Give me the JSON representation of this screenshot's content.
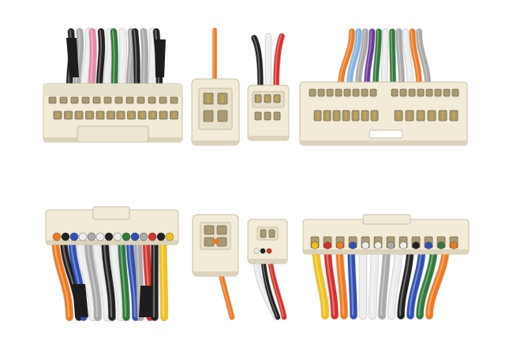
{
  "image": {
    "subject": "wiring-harness-connectors",
    "background_color": "#ffffff"
  },
  "palette": {
    "housing": "#f1ebd8",
    "housing_shadow": "#dcd3bb",
    "housing_edge": "#c9bfa3",
    "cavity": "#a89a72",
    "cavity_dark": "#7d6f4e",
    "pin": "#c9a44a",
    "wire_black": "#222222",
    "wire_white": "#ececec",
    "wire_gray": "#a9a9a9",
    "wire_red": "#d9302b",
    "wire_orange": "#f07a1f",
    "wire_blue": "#2f4fb5",
    "wire_green": "#2f7a3a",
    "wire_yellow": "#f2c21a",
    "wire_brown": "#7a4b2a",
    "wire_purple": "#6a3a9a",
    "wire_pink": "#e78aa6",
    "wire_lightblue": "#7fb5e6"
  },
  "connectors": [
    {
      "id": "top-large-left",
      "position": "top-left",
      "view": "mating-face",
      "wire_colors": [
        "wire_black",
        "wire_gray",
        "wire_white",
        "wire_pink",
        "wire_black",
        "wire_white",
        "wire_green",
        "wire_white",
        "wire_gray",
        "wire_black",
        "wire_gray",
        "wire_white",
        "wire_black"
      ]
    },
    {
      "id": "top-small-1",
      "position": "top-center-left",
      "view": "mating-face",
      "wire_colors": [
        "wire_orange"
      ]
    },
    {
      "id": "top-small-2",
      "position": "top-center-right",
      "view": "mating-face",
      "wire_colors": [
        "wire_black",
        "wire_white",
        "wire_red"
      ]
    },
    {
      "id": "top-large-right",
      "position": "top-right",
      "view": "mating-face",
      "wire_colors": [
        "wire_orange",
        "wire_lightblue",
        "wire_gray",
        "wire_purple",
        "wire_green",
        "wire_white",
        "wire_green",
        "wire_gray",
        "wire_white",
        "wire_orange",
        "wire_gray"
      ]
    },
    {
      "id": "bottom-large-left",
      "position": "bottom-left",
      "view": "wire-side",
      "wire_colors": [
        "wire_orange",
        "wire_black",
        "wire_blue",
        "wire_white",
        "wire_gray",
        "wire_white",
        "wire_black",
        "wire_white",
        "wire_green",
        "wire_blue",
        "wire_gray",
        "wire_red",
        "wire_black",
        "wire_yellow"
      ]
    },
    {
      "id": "bottom-small-1",
      "position": "bottom-center-left",
      "view": "wire-side",
      "wire_colors": [
        "wire_orange"
      ]
    },
    {
      "id": "bottom-small-2",
      "position": "bottom-center-right",
      "view": "wire-side",
      "wire_colors": [
        "wire_white",
        "wire_black",
        "wire_red"
      ]
    },
    {
      "id": "bottom-large-right",
      "position": "bottom-right",
      "view": "wire-side",
      "wire_colors": [
        "wire_yellow",
        "wire_red",
        "wire_orange",
        "wire_blue",
        "wire_white",
        "wire_white",
        "wire_gray",
        "wire_white",
        "wire_black",
        "wire_blue",
        "wire_green",
        "wire_orange"
      ]
    }
  ]
}
